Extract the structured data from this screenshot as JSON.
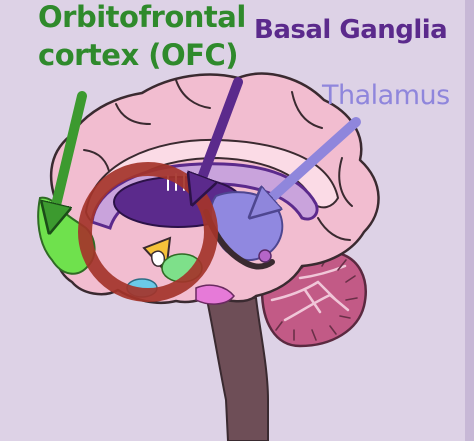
{
  "labels": {
    "ofc_line1": "Orbitofrontal",
    "ofc_line2": "cortex (OFC)",
    "basal_ganglia": "Basal Ganglia",
    "thalamus": "Thalamus"
  },
  "colors": {
    "background": "#ddd2e6",
    "cortex": "#f2bdd0",
    "ofc": "#6fe14d",
    "ofc_arrow": "#3c9a2f",
    "basal_ganglia": "#5b2a8c",
    "thalamus": "#9088e0",
    "cerebellum": "#c25a86",
    "brainstem": "#6e4e57",
    "highlight_ring": "#a4342a"
  }
}
